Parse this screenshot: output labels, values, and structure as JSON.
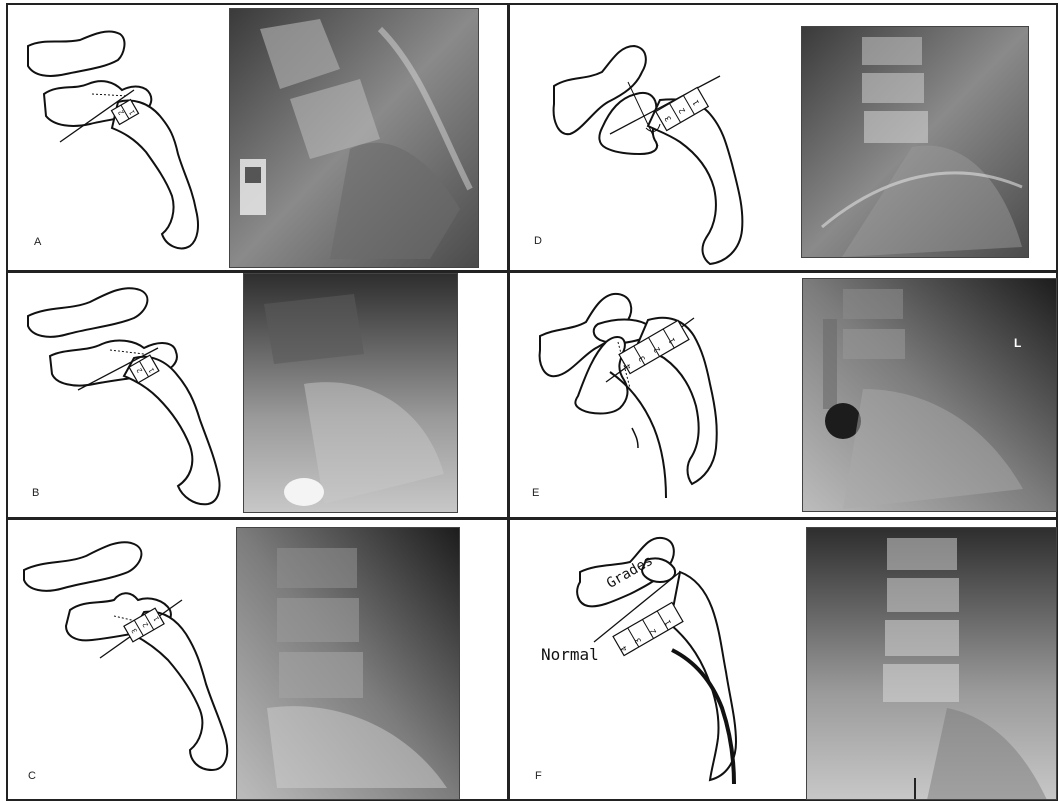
{
  "panels": [
    {
      "id": "A",
      "label": "A",
      "grade_numbers": [
        "2",
        "1"
      ]
    },
    {
      "id": "B",
      "label": "B",
      "grade_numbers": [
        "2",
        "1"
      ]
    },
    {
      "id": "C",
      "label": "C",
      "grade_numbers": [
        "3",
        "2",
        "1"
      ]
    },
    {
      "id": "D",
      "label": "D",
      "grade_numbers": [
        "3",
        "2",
        "1"
      ]
    },
    {
      "id": "E",
      "label": "E",
      "grade_numbers": [
        "4",
        "3",
        "2",
        "1"
      ]
    },
    {
      "id": "F",
      "label": "F",
      "grade_numbers": [
        "4",
        "3",
        "2",
        "1"
      ]
    }
  ],
  "annotations": {
    "xray_e_marker": "L",
    "grades_label": "Grades",
    "normal_label": "Normal"
  }
}
